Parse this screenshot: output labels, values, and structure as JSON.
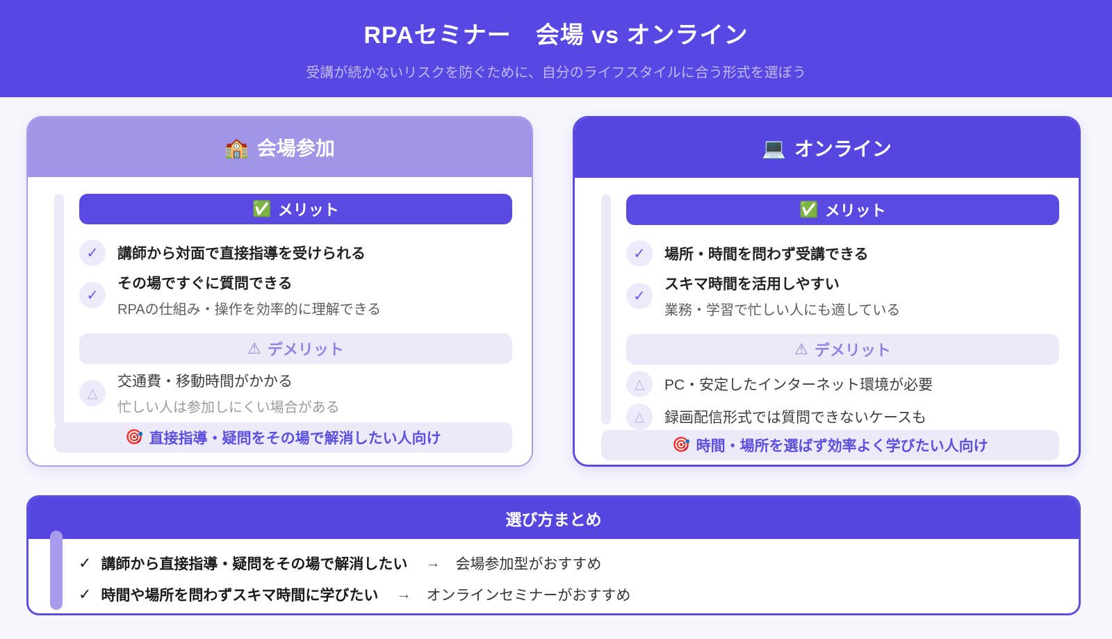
{
  "banner": {
    "title": "RPAセミナー　会場 vs オンライン",
    "subtitle": "受講が続かないリスクを防ぐために、自分のライフスタイルに合う形式を選ぼう"
  },
  "icons": {
    "check": "✓",
    "triangle": "△",
    "merit_emoji": "✅",
    "warning": "⚠",
    "target_emoji": "🎯",
    "venue_emoji": "🏫",
    "online_emoji": "💻",
    "arrow": "→"
  },
  "venue": {
    "title": "会場参加",
    "merit_label": "メリット",
    "merits": [
      {
        "title": "講師から対面で直接指導を受けられる"
      },
      {
        "title": "その場ですぐに質問できる",
        "sub": "RPAの仕組み・操作を効率的に理解できる"
      }
    ],
    "demerit_label": "デメリット",
    "demerits": [
      {
        "text": "交通費・移動時間がかかる",
        "sub": "忙しい人は参加しにくい場合がある"
      }
    ],
    "target": "直接指導・疑問をその場で解消したい人向け"
  },
  "online": {
    "title": "オンライン",
    "merit_label": "メリット",
    "merits": [
      {
        "title": "場所・時間を問わず受講できる"
      },
      {
        "title": "スキマ時間を活用しやすい",
        "sub": "業務・学習で忙しい人にも適している"
      }
    ],
    "demerit_label": "デメリット",
    "demerits": [
      {
        "text": "PC・安定したインターネット環境が必要"
      },
      {
        "text": "録画配信形式では質問できないケースも"
      }
    ],
    "target": "時間・場所を選ばず効率よく学びたい人向け"
  },
  "summary": {
    "title": "選び方まとめ",
    "rows": [
      {
        "condition": "講師から直接指導・疑問をその場で解消したい",
        "recommendation": "会場参加型がおすすめ"
      },
      {
        "condition": "時間や場所を問わずスキマ時間に学びたい",
        "recommendation": "オンラインセミナーがおすすめ"
      }
    ]
  },
  "colors": {
    "accent": "#5646E0",
    "banner_bg": "#5747E3",
    "venue_header_bg": "#A195E8",
    "venue_border": "#A79DE8",
    "online_border": "#5B4BE0",
    "merit_bar_bg": "#5B4AE2",
    "lavender": "#ECEAF8",
    "demerit_text": "#8F84E2",
    "target_text": "#5B4FE0",
    "page_bg": "#F6F6FC"
  }
}
